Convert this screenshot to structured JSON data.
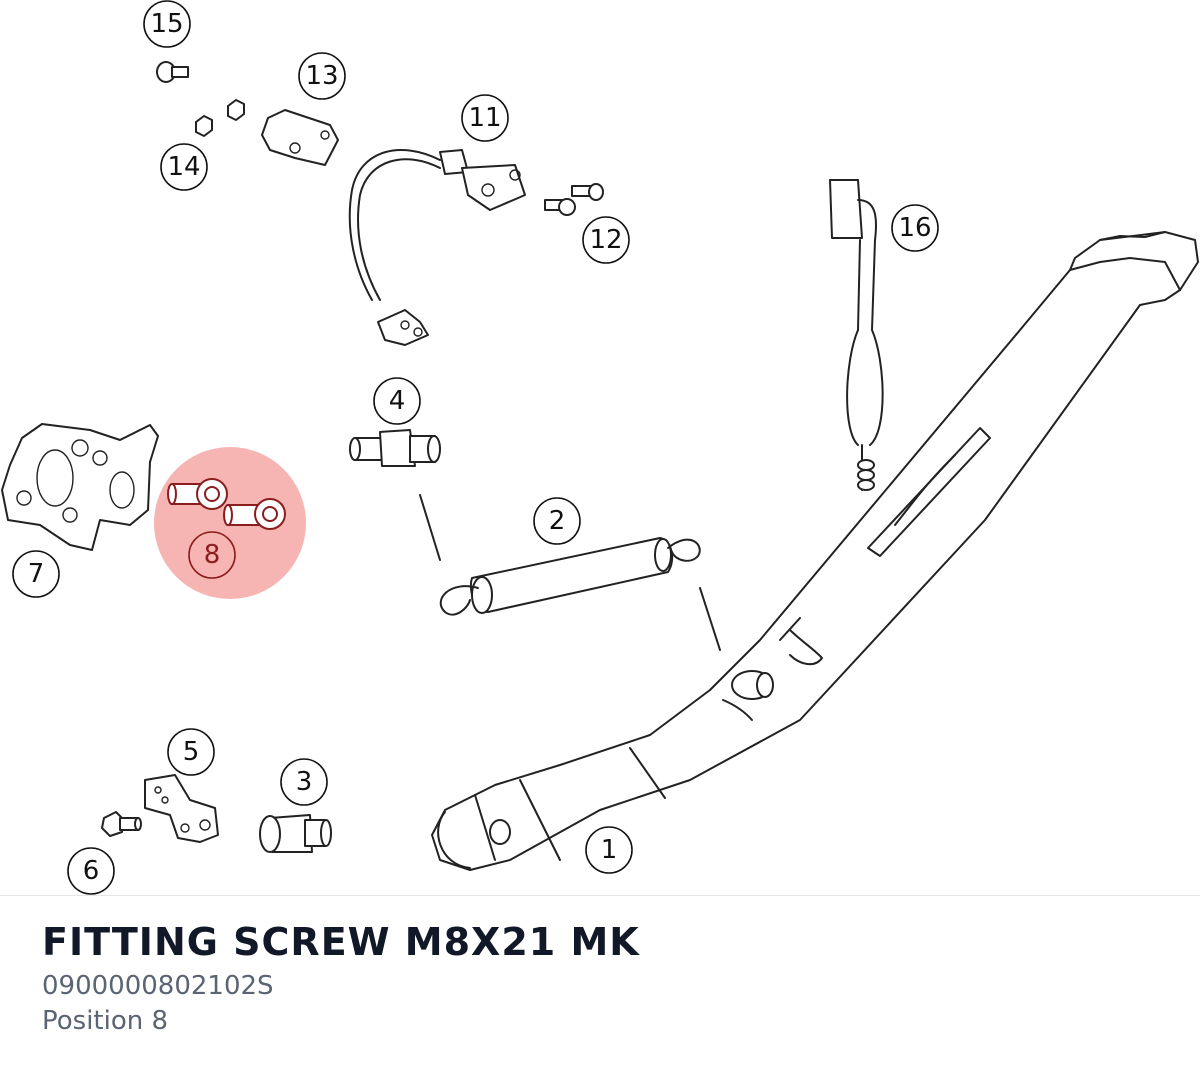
{
  "part": {
    "title": "FITTING SCREW M8X21 MK",
    "number": "0900000802102S",
    "position": "Position 8"
  },
  "diagram": {
    "highlight_color": "#f4a7a4",
    "callouts": [
      "1",
      "2",
      "3",
      "4",
      "5",
      "6",
      "7",
      "8",
      "11",
      "12",
      "13",
      "14",
      "15",
      "16"
    ],
    "highlighted_callout": "8"
  }
}
